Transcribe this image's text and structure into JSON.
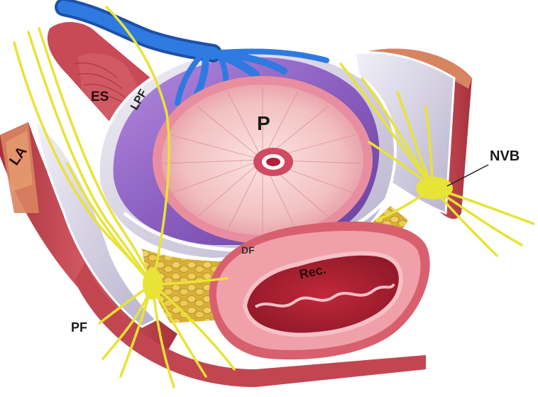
{
  "labels": {
    "es": "ES",
    "lpf": "LPF",
    "la": "LA",
    "p": "P",
    "nvb": "NVB",
    "df": "DF",
    "rec": "Rec.",
    "pf": "PF"
  },
  "colors": {
    "muscle": "#c8505a",
    "muscle_dark": "#8e2630",
    "fascia": "#dcd8ec",
    "prostate_capsule": "#8a5fc0",
    "prostate_surface": "#f3c2c2",
    "vein": "#2a6fd8",
    "nerve": "#e8e336",
    "fat": "#e3c04a",
    "rectum": "#e07080",
    "text": "#222222"
  }
}
